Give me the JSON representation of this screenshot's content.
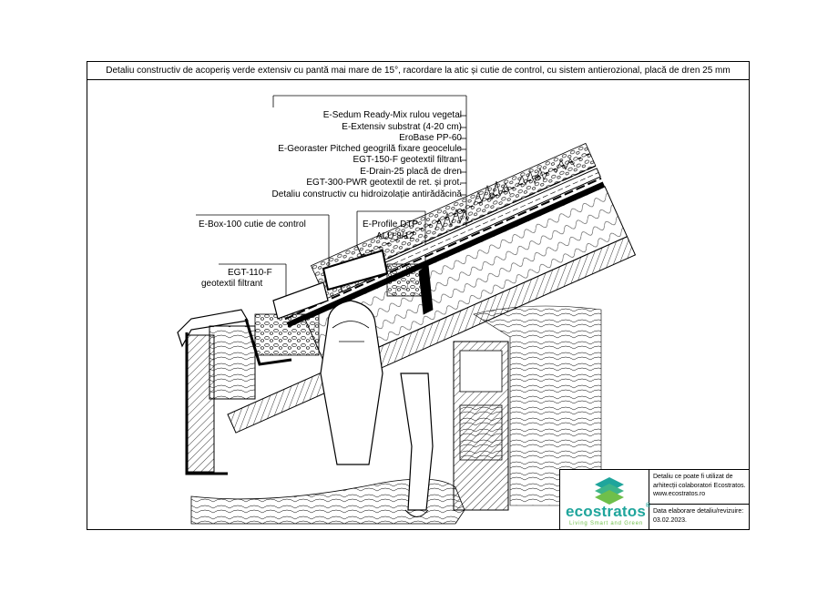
{
  "title": "Detaliu constructiv de acoperiș verde extensiv cu pantă mai mare de 15°, racordare la atic și cutie de control, cu sistem antierozional, placă de dren 25 mm",
  "layer_labels": [
    "E-Sedum Ready-Mix rulou vegetal",
    "E-Extensiv substrat (4-20 cm)",
    "EroBase PP-60",
    "E-Georaster Pitched geogrilă fixare geocelule",
    "EGT-150-F geotextil filtrant",
    "E-Drain-25 placă de dren",
    "EGT-300-PWR geotextil de ret. și prot.",
    "Detaliu constructiv cu hidroizolație antirădăcină"
  ],
  "box_label": "E-Box-100 cutie de control",
  "profile_label": {
    "line1": "E-Profile DTP",
    "line2": "ALU 8/12"
  },
  "geotextile_label": {
    "line1": "EGT-110-F",
    "line2": "geotextil filtrant"
  },
  "title_block": {
    "brand": "ecostratos",
    "brand_mark": "®",
    "tagline": "Living Smart and Green",
    "usage_note": "Detaliu ce poate fi utilizat de arhitecții colaboratori Ecostratos.",
    "website": "www.ecostratos.ro",
    "date_label": "Data elaborare detaliu/revizuire:",
    "date_value": "03.02.2023."
  },
  "colors": {
    "brand_teal": "#1fa59c",
    "brand_green": "#6fbf4a",
    "line": "#000000"
  }
}
